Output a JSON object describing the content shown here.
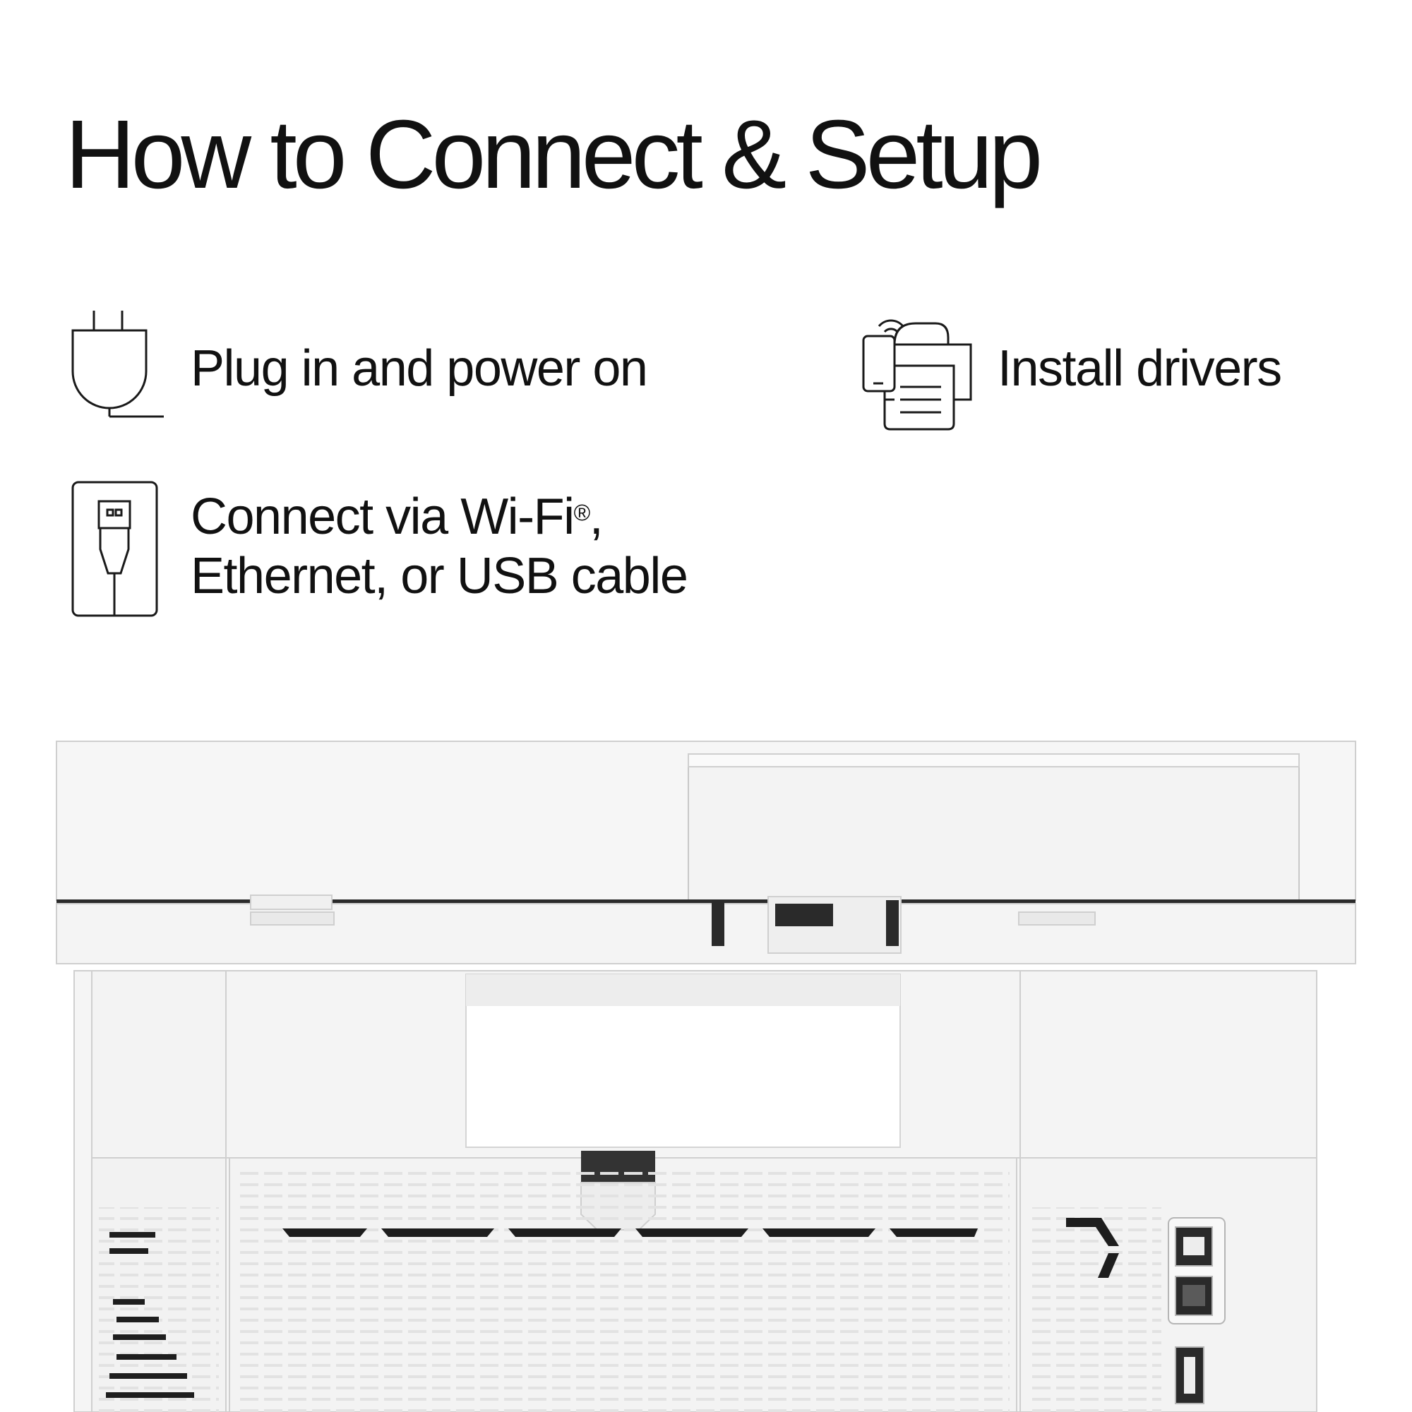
{
  "title": "How to Connect & Setup",
  "steps": {
    "power": {
      "label": "Plug in and power on",
      "icon": "plug-icon"
    },
    "drivers": {
      "label": "Install drivers",
      "icon": "phone-printer-icon"
    },
    "connect": {
      "label_line1": "Connect via Wi-Fi",
      "label_mark": "®",
      "label_line1_end": ",",
      "label_line2": "Ethernet, or USB cable",
      "icon": "usb-cable-icon"
    }
  },
  "colors": {
    "text": "#111111",
    "line": "#1a1a1a",
    "printer_body": "#f4f4f4",
    "printer_edge": "#cfcfcf"
  }
}
